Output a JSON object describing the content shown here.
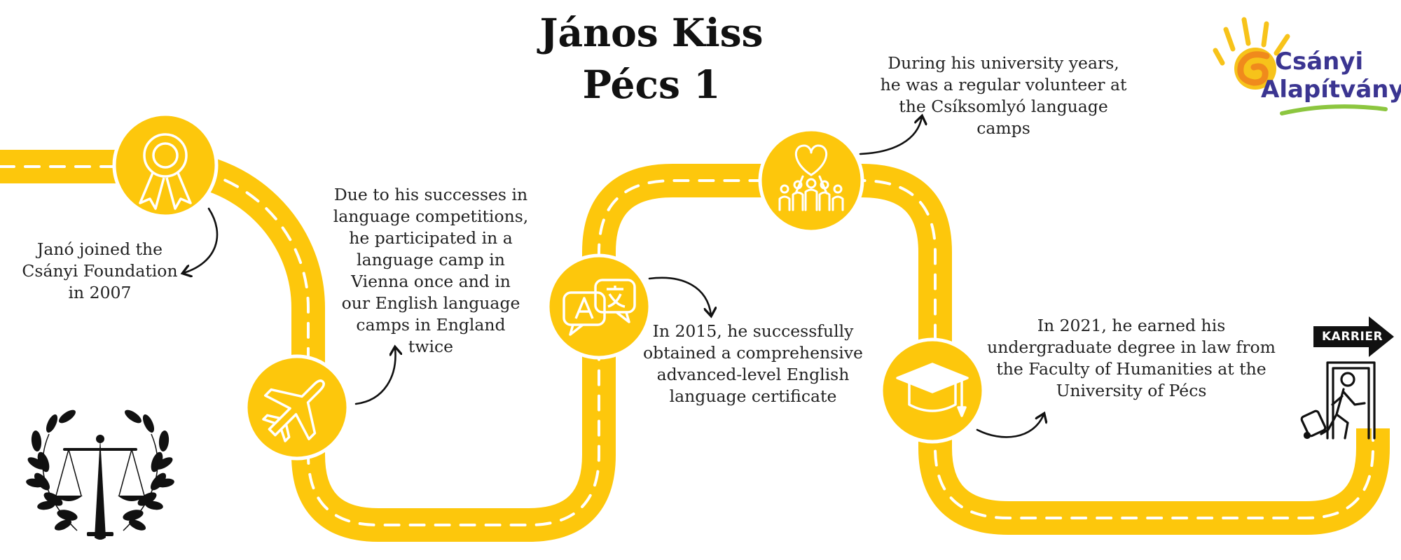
{
  "title": {
    "line1": "János Kiss",
    "line2": "Pécs 1"
  },
  "logo": {
    "line1": "Csányi",
    "line2": "Alapítvány",
    "icon": "sun-hand-icon"
  },
  "milestones": [
    {
      "icon": "award-ribbon-icon",
      "text": [
        "Janó joined the",
        "Csányi Foundation",
        "in 2007"
      ]
    },
    {
      "icon": "airplane-icon",
      "text": [
        "Due to his successes in",
        "language competitions,",
        "he participated in a",
        "language camp in",
        "Vienna once and in",
        "our English language",
        "camps in England",
        "twice"
      ]
    },
    {
      "icon": "translate-bubbles-icon",
      "text": [
        "In 2015, he successfully",
        "obtained a comprehensive",
        "advanced-level English",
        "language certificate"
      ]
    },
    {
      "icon": "volunteer-heart-icon",
      "text": [
        "During his university years,",
        "he was a regular volunteer at",
        "the Csíksomlyó language",
        "camps"
      ]
    },
    {
      "icon": "graduation-cap-icon",
      "text": [
        "In 2021, he earned his",
        "undergraduate degree in law from",
        "the Faculty of Humanities at the",
        "University of Pécs"
      ]
    }
  ],
  "career": {
    "label": "KARRIER",
    "icon": "person-exit-door-icon"
  },
  "emblem": {
    "icon": "scales-of-justice-laurel-icon"
  },
  "colors": {
    "road": "#fdc70c",
    "road_dash": "#ffffff",
    "text": "#222222",
    "logo_orange": "#f08a1c",
    "logo_yellow": "#f7c31a",
    "logo_purple": "#3b3591",
    "logo_green": "#8cc63f"
  }
}
